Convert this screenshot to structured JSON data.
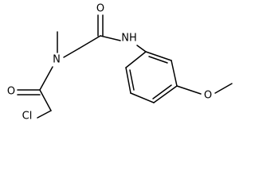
{
  "molecule": {
    "atoms": {
      "o_amide": "O",
      "nh": "NH",
      "n_methyl": "N",
      "o_acyl": "O",
      "cl": "Cl",
      "o_methoxy": "O"
    }
  }
}
